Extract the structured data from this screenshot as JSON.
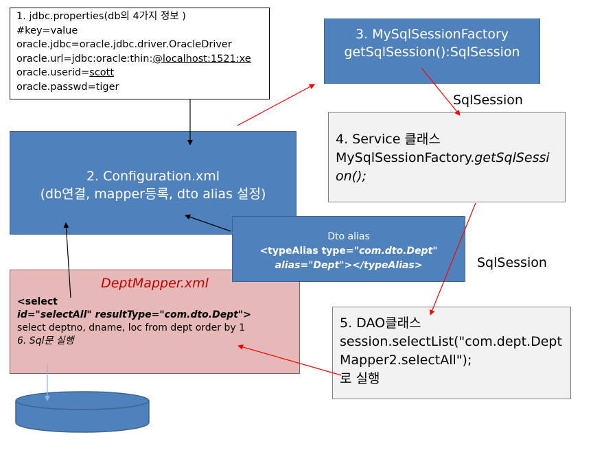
{
  "properties_box": {
    "line1": "1.   jdbc.properties(db의 4가지 정보 )",
    "line2": "#key=value",
    "line3": "oracle.jdbc=oracle.jdbc.driver.OracleDriver",
    "line4_prefix": "oracle.url=jdbc:oracle:thin:",
    "line4_underlined": "@localhost:1521:xe",
    "line5_prefix": "oracle.userid=",
    "line5_underlined": "scott",
    "line6": "oracle.passwd=tiger"
  },
  "factory_box": {
    "line1": "3. MySqlSessionFactory",
    "line2": "getSqlSession():SqlSession"
  },
  "config_box": {
    "line1": "2. Configuration.xml",
    "line2": "(db연결,  mapper등록,  dto alias 설정)"
  },
  "alias_box": {
    "line1": "Dto alias",
    "line2_tag": "<typeAlias type=",
    "line2_value": "\"com.dto.Dept\"",
    "line3": "alias=\"Dept\"></typeAlias>"
  },
  "service_box": {
    "line1": "4. Service 클래스",
    "line2_prefix": "MySqlSessionFactory.",
    "line2_italic": "getSqlSessi",
    "line3_italic": "on();"
  },
  "dao_box": {
    "line1": "5. DAO클래스",
    "line2": "session.selectList(\"com.dept.DeptMapper2.selectAll\");",
    "line3": "로 실행"
  },
  "mapper_box": {
    "title": "DeptMapper.xml",
    "line1": "<select",
    "line2": "id=\"selectAll\" resultType=\"com.dto.Dept\">",
    "line3": "select deptno, dname, loc  from dept order by 1",
    "line4": "6. Sql문 실행"
  },
  "labels": {
    "sqlsession_top": "SqlSession",
    "sqlsession_mid": "SqlSession"
  },
  "colors": {
    "blue_box": "#4f81bd",
    "red_arrow": "#ff0000",
    "mapper_fill": "#e6b9b8",
    "gray_box": "#f2f2f2",
    "db_fill": "#4f81bd"
  }
}
